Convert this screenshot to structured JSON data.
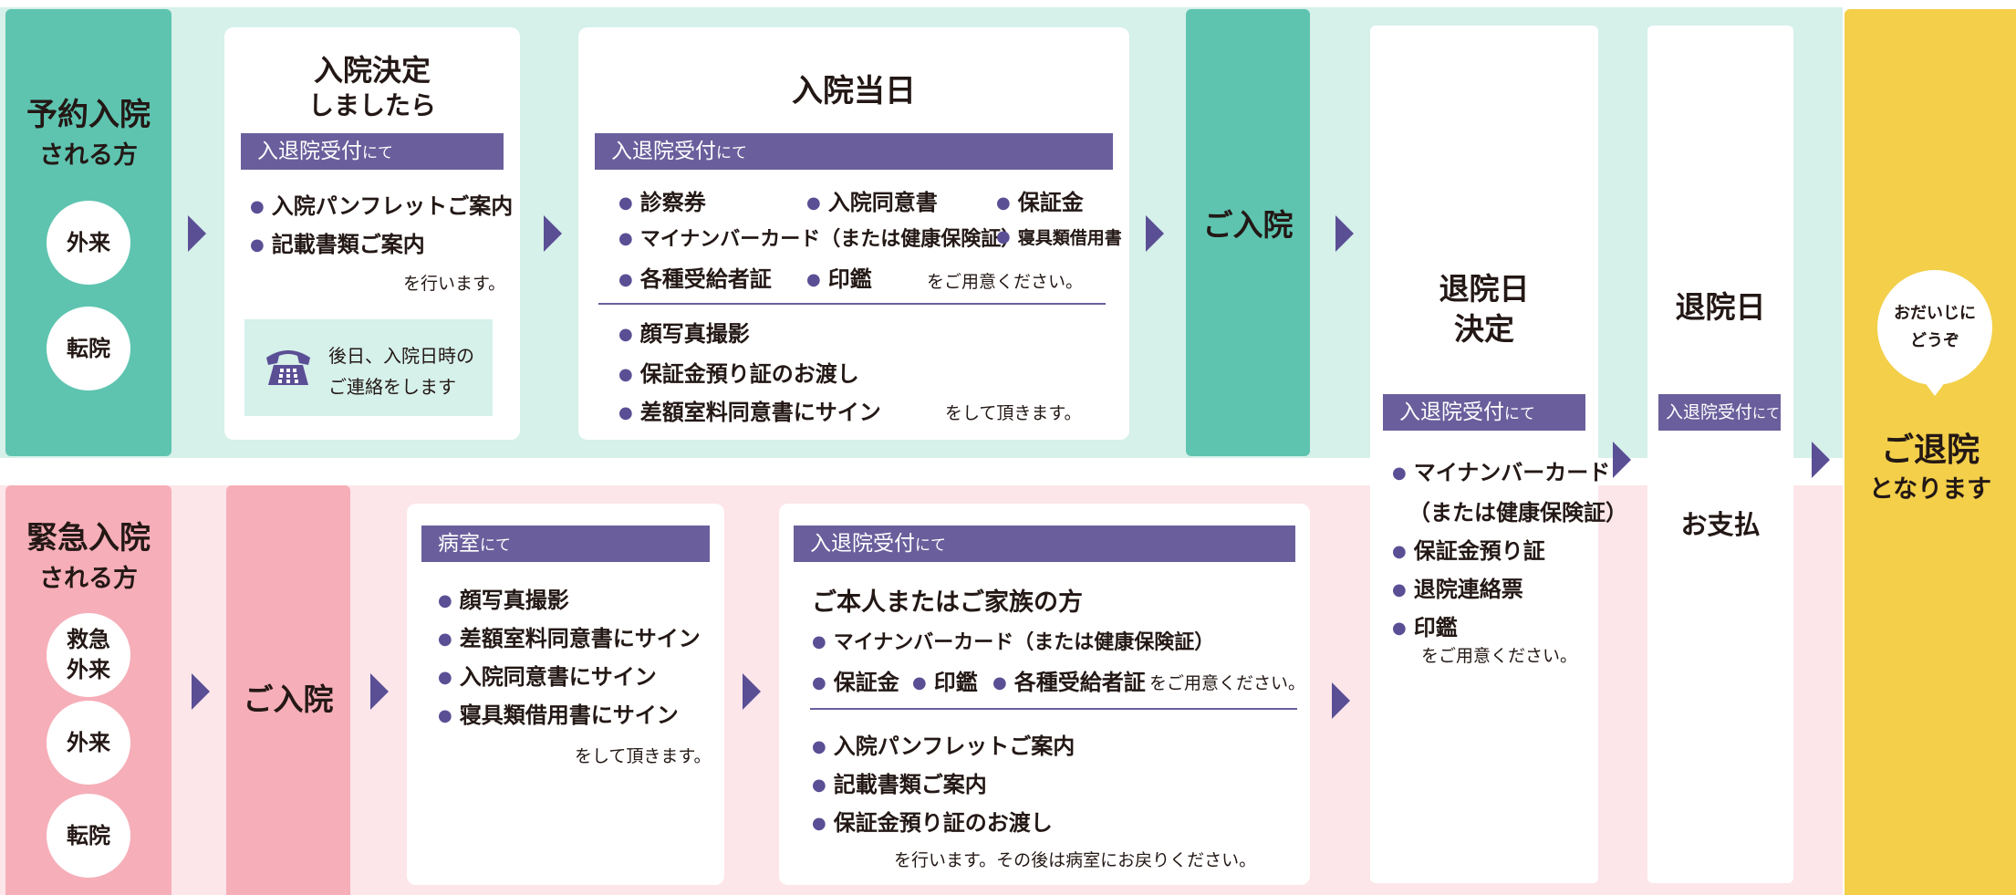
{
  "scheduled": {
    "title_1": "予約入院",
    "title_2": "される方",
    "circles": [
      "外来",
      "転院"
    ]
  },
  "decided": {
    "title_1": "入院決定",
    "title_2": "しましたら",
    "header": "入退院受付",
    "header_suffix": "にて",
    "items": [
      "入院パンフレットご案内",
      "記載書類ご案内"
    ],
    "note": "を行います。",
    "phone_1": "後日、入院日時の",
    "phone_2": "ご連絡をします"
  },
  "admission_day": {
    "title": "入院当日",
    "header": "入退院受付",
    "header_suffix": "にて",
    "prepare_items": [
      "診察券",
      "入院同意書",
      "保証金",
      "マイナンバーカード（または健康保険証）",
      "寝具類借用書",
      "各種受給者証",
      "印鑑"
    ],
    "prepare_note": "をご用意ください。",
    "do_items": [
      "顔写真撮影",
      "保証金預り証のお渡し",
      "差額室料同意書にサイン"
    ],
    "do_note": "をして頂きます。"
  },
  "admit_top": "ご入院",
  "emergency": {
    "title_1": "緊急入院",
    "title_2": "される方",
    "circles": [
      "救急\n外来",
      "外来",
      "転院"
    ]
  },
  "admit_bottom": "ご入院",
  "ward": {
    "header": "病室",
    "header_suffix": "にて",
    "items": [
      "顔写真撮影",
      "差額室料同意書にサイン",
      "入院同意書にサイン",
      "寝具類借用書にサイン"
    ],
    "note": "をして頂きます。"
  },
  "emergency_desk": {
    "header": "入退院受付",
    "header_suffix": "にて",
    "subtitle": "ご本人またはご家族の方",
    "items": [
      "マイナンバーカード（または健康保険証）",
      "保証金",
      "印鑑",
      "各種受給者証"
    ],
    "prepare_note": "をご用意ください。",
    "do_items": [
      "入院パンフレットご案内",
      "記載書類ご案内",
      "保証金預り証のお渡し"
    ],
    "do_note": "を行います。その後は病室にお戻りください。"
  },
  "discharge_decision": {
    "title_1": "退院日",
    "title_2": "決定",
    "header": "入退院受付",
    "header_suffix": "にて",
    "items": [
      "マイナンバーカード",
      "（または健康保険証）",
      "保証金預り証",
      "退院連絡票",
      "印鑑"
    ],
    "note": "をご用意ください。"
  },
  "discharge_day": {
    "title": "退院日",
    "header": "入退院受付",
    "header_suffix": "にて",
    "payment": "お支払"
  },
  "final": {
    "bubble_1": "おだいじに",
    "bubble_2": "どうぞ",
    "title_1": "ご退院",
    "title_2": "となります"
  },
  "colors": {
    "teal": "#5ec4b0",
    "teal_light": "#d6f0ea",
    "pink": "#f6aeb8",
    "pink_light": "#fce6ea",
    "yellow": "#f3cf4a",
    "purple": "#6a5f9c"
  }
}
